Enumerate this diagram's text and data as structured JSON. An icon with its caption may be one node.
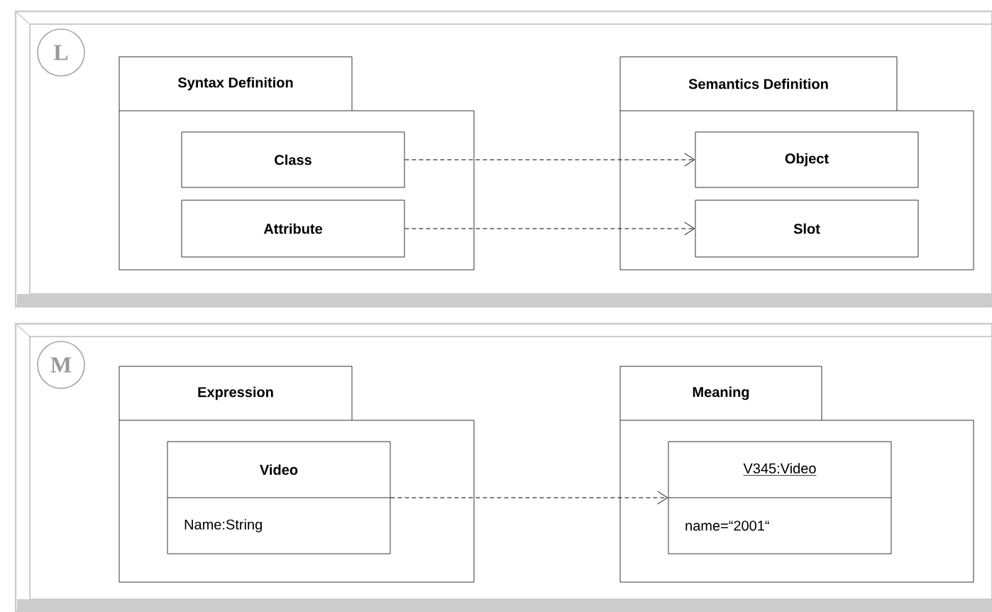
{
  "diagram": {
    "nodes": [
      {
        "text": [
          "L"
        ]
      },
      {
        "text": [
          "Syntax Definition"
        ],
        "in": 0
      },
      {
        "text": [
          "Class"
        ],
        "in": 1
      },
      {
        "text": [
          "Attribute"
        ],
        "in": 1
      },
      {
        "text": [
          "Semantics Definition"
        ],
        "in": 0
      },
      {
        "text": [
          "Object"
        ],
        "in": 4
      },
      {
        "text": [
          "Slot"
        ],
        "in": 4
      },
      {
        "text": [
          "M"
        ]
      },
      {
        "text": [
          "Expression"
        ],
        "in": 7
      },
      {
        "text": [
          "Video",
          "Name:String"
        ],
        "in": 8
      },
      {
        "text": [
          "Meaning"
        ],
        "in": 7
      },
      {
        "text": [
          "V345:Video",
          "name=“2001“"
        ],
        "in": 10
      }
    ],
    "edges": [
      {
        "from": 2,
        "to": 5,
        "arrow": "to",
        "style": "dashed"
      },
      {
        "from": 3,
        "to": 6,
        "arrow": "to",
        "style": "dashed"
      },
      {
        "from": 9,
        "to": 11,
        "arrow": "to",
        "style": "dashed"
      }
    ]
  }
}
